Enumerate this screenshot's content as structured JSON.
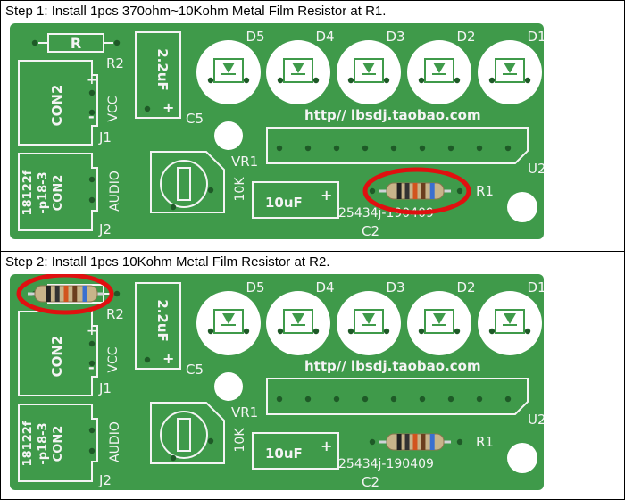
{
  "steps": [
    {
      "caption": "Step 1: Install 1pcs 370ohm~10Kohm Metal Film Resistor at R1.",
      "highlight": "R1"
    },
    {
      "caption": "Step 2: Install 1pcs 10Kohm Metal Film Resistor at R2.",
      "highlight": "R2"
    }
  ],
  "board": {
    "r_label": "R",
    "r2": "R2",
    "cap_22": "2.2uF",
    "plus": "+",
    "minus": "-",
    "con2": "CON2",
    "vcc": "VCC",
    "j1": "J1",
    "c5": "C5",
    "url": "http// lbsdj.taobao.com",
    "leds": [
      "D5",
      "D4",
      "D3",
      "D2",
      "D1"
    ],
    "vr1": "VR1",
    "tenk": "10K",
    "u2": "U2",
    "part_lines": [
      "18122f",
      "-p18-3",
      "CON2"
    ],
    "audio": "AUDIO",
    "j2": "J2",
    "cap_10": "10uF",
    "r1": "R1",
    "serial": "25434j-190409",
    "c2": "C2"
  },
  "colors": {
    "pcb": "#3f9a4a",
    "silkscreen": "#f4f4f4",
    "highlight": "#e01010",
    "resistor_body": "#c8b48a"
  }
}
